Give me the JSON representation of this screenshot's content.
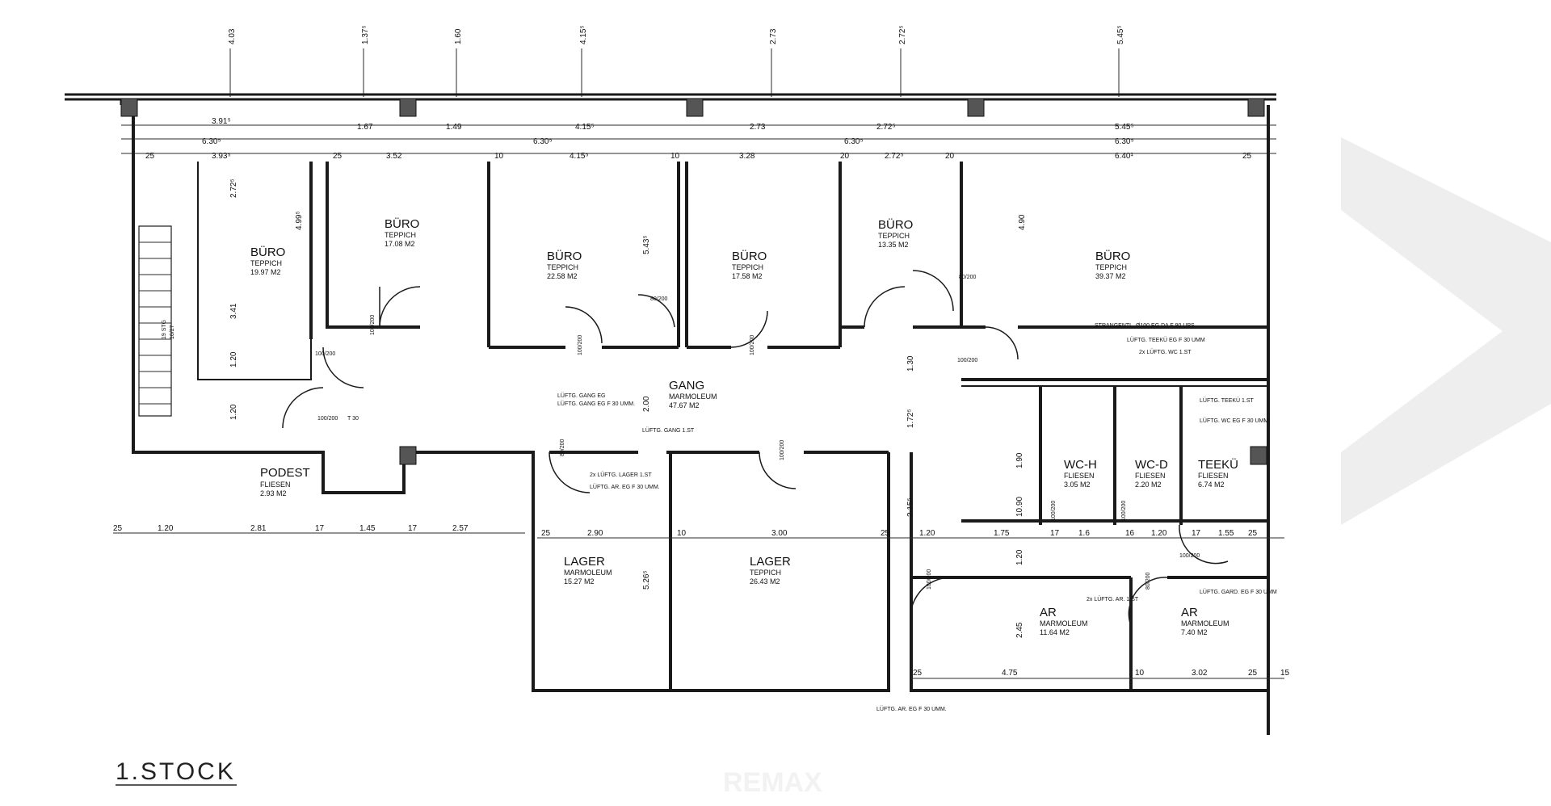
{
  "plan": {
    "floor_label": "1.STOCK",
    "watermark": "REMAX",
    "rooms": [
      {
        "name": "BÜRO",
        "finish": "TEPPICH",
        "area": "19.97 M2"
      },
      {
        "name": "BÜRO",
        "finish": "TEPPICH",
        "area": "17.08 M2"
      },
      {
        "name": "BÜRO",
        "finish": "TEPPICH",
        "area": "22.58 M2"
      },
      {
        "name": "BÜRO",
        "finish": "TEPPICH",
        "area": "17.58 M2"
      },
      {
        "name": "BÜRO",
        "finish": "TEPPICH",
        "area": "13.35 M2"
      },
      {
        "name": "BÜRO",
        "finish": "TEPPICH",
        "area": "39.37 M2"
      },
      {
        "name": "GANG",
        "finish": "MARMOLEUM",
        "area": "47.67 M2"
      },
      {
        "name": "PODEST",
        "finish": "FLIESEN",
        "area": "2.93 M2"
      },
      {
        "name": "LAGER",
        "finish": "MARMOLEUM",
        "area": "15.27 M2"
      },
      {
        "name": "LAGER",
        "finish": "TEPPICH",
        "area": "26.43 M2"
      },
      {
        "name": "AR",
        "finish": "MARMOLEUM",
        "area": "11.64 M2"
      },
      {
        "name": "AR",
        "finish": "MARMOLEUM",
        "area": "7.40 M2"
      },
      {
        "name": "WC-H",
        "finish": "FLIESEN",
        "area": "3.05 M2"
      },
      {
        "name": "WC-D",
        "finish": "FLIESEN",
        "area": "2.20 M2"
      },
      {
        "name": "TEEKÜ",
        "finish": "FLIESEN",
        "area": "6.74 M2"
      }
    ],
    "stair_label": "19 STG",
    "stair_ratio": "16/27",
    "dims_top_row1": [
      "3.91⁵",
      "1.67",
      "1.49",
      "4.15⁵",
      "2.73",
      "2.72⁵",
      "5.45⁵"
    ],
    "dims_top_row2": [
      "6.30⁵",
      "6.30⁵",
      "6.30⁵",
      "6.30⁵"
    ],
    "dims_top_row3": [
      "25",
      "3.93⁵",
      "25",
      "3.52",
      "10",
      "4.15⁵",
      "10",
      "3.28",
      "20",
      "2.72⁵",
      "20",
      "6.40¹",
      "25"
    ],
    "dims_bottom_left": [
      "25",
      "1.20",
      "2.81",
      "17",
      "1.45",
      "17",
      "2.57"
    ],
    "dims_mid": [
      "25",
      "2.90",
      "10",
      "3.00",
      "25",
      "1.20",
      "1.75",
      "17",
      "1.6",
      "16",
      "1.20",
      "17",
      "1.55",
      "25"
    ],
    "dims_bottom": [
      "25",
      "4.75",
      "10",
      "3.02",
      "25",
      "15"
    ],
    "dims_top_vertical": [
      "4.03",
      "1.37⁵",
      "1.60",
      "4.15⁵",
      "2.73",
      "2.72⁵",
      "5.45⁵"
    ],
    "door_labels": [
      "100/200",
      "100/200",
      "100/200",
      "80/200",
      "100/200",
      "100/200",
      "80/200",
      "100/200",
      "80/200",
      "100/200",
      "100/200",
      "80/200",
      "100/200",
      "100/200",
      "100/200"
    ],
    "notes": [
      "LÜFTG. GANG EG",
      "LÜFTG. GANG EG F 30 UMM.",
      "LÜFTG. GANG 1.ST",
      "2x LÜFTG. LAGER 1.ST",
      "LÜFTG. AR. EG F 30 UMM.",
      "STRANGENTL. Ø100 EG DA F 90 UPS",
      "LÜFTG. TEEKÜ EG F 30 UMM",
      "2x LÜFTG. WC 1.ST",
      "LÜFTG. TEEKÜ 1.ST",
      "LÜFTG. WC EG F 30 UMM",
      "2x LÜFTG. AR. 1.ST",
      "LÜFTG. GARD. EG F 30 UMM",
      "LÜFTG. AR. EG F 30 UMM.",
      "T 30"
    ],
    "vertical_dims": [
      "2.72⁵",
      "4.99⁵",
      "3.41",
      "1.20",
      "1.20",
      "5.43⁵",
      "2.00",
      "4.90",
      "1.30",
      "1.72⁵",
      "2.15⁵",
      "5.26⁵",
      "2.45",
      "1.20",
      "1.90",
      "10.90"
    ]
  }
}
